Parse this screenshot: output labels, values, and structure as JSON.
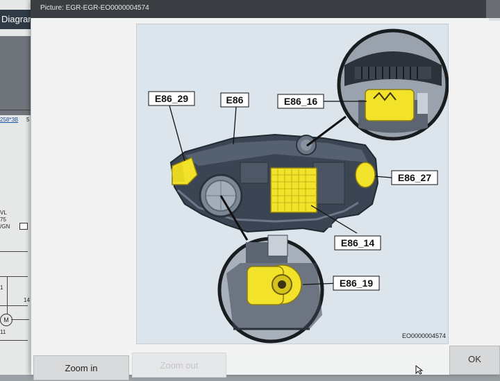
{
  "background_window": {
    "title": "Diagram",
    "link_text": "258*3B",
    "link_number": "5",
    "labels": [
      "VL",
      "75",
      "/GN",
      "1",
      "14",
      "M",
      "11"
    ]
  },
  "dialog": {
    "title": "Picture: EGR-EGR-EO0000004574",
    "buttons": {
      "zoom_in": "Zoom in",
      "zoom_out": "Zoom out",
      "ok": "OK"
    }
  },
  "picture": {
    "document_id": "EO0000004574",
    "callouts": {
      "e86_29": "E86_29",
      "e86": "E86",
      "e86_16": "E86_16",
      "e86_27": "E86_27",
      "e86_14": "E86_14",
      "e86_19": "E86_19"
    },
    "colors": {
      "highlight": "#f2e22a",
      "housing": "#3b4452",
      "background": "#dce4ec"
    }
  }
}
